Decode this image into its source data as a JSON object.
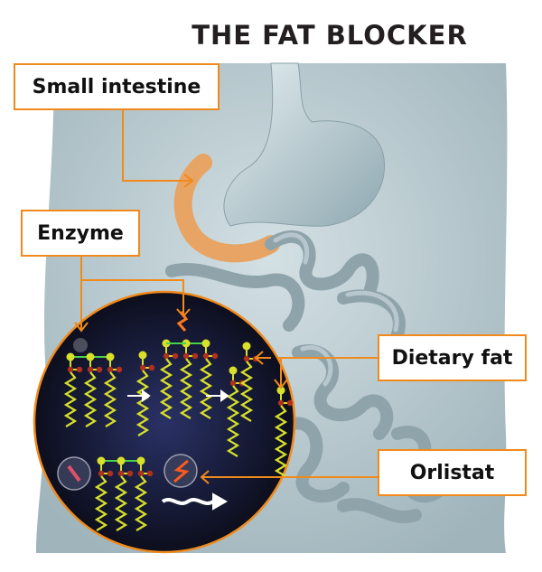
{
  "title": "THE FAT BLOCKER",
  "labels": {
    "small_intestine": "Small intestine",
    "enzyme": "Enzyme",
    "dietary_fat": "Dietary fat",
    "orlistat": "Orlistat"
  },
  "colors": {
    "accent": "#f08a1c",
    "body": "#b9cad0",
    "circle_bg": "#121426",
    "fat_chain": "#d8e02a",
    "bond": "#b0301e"
  }
}
